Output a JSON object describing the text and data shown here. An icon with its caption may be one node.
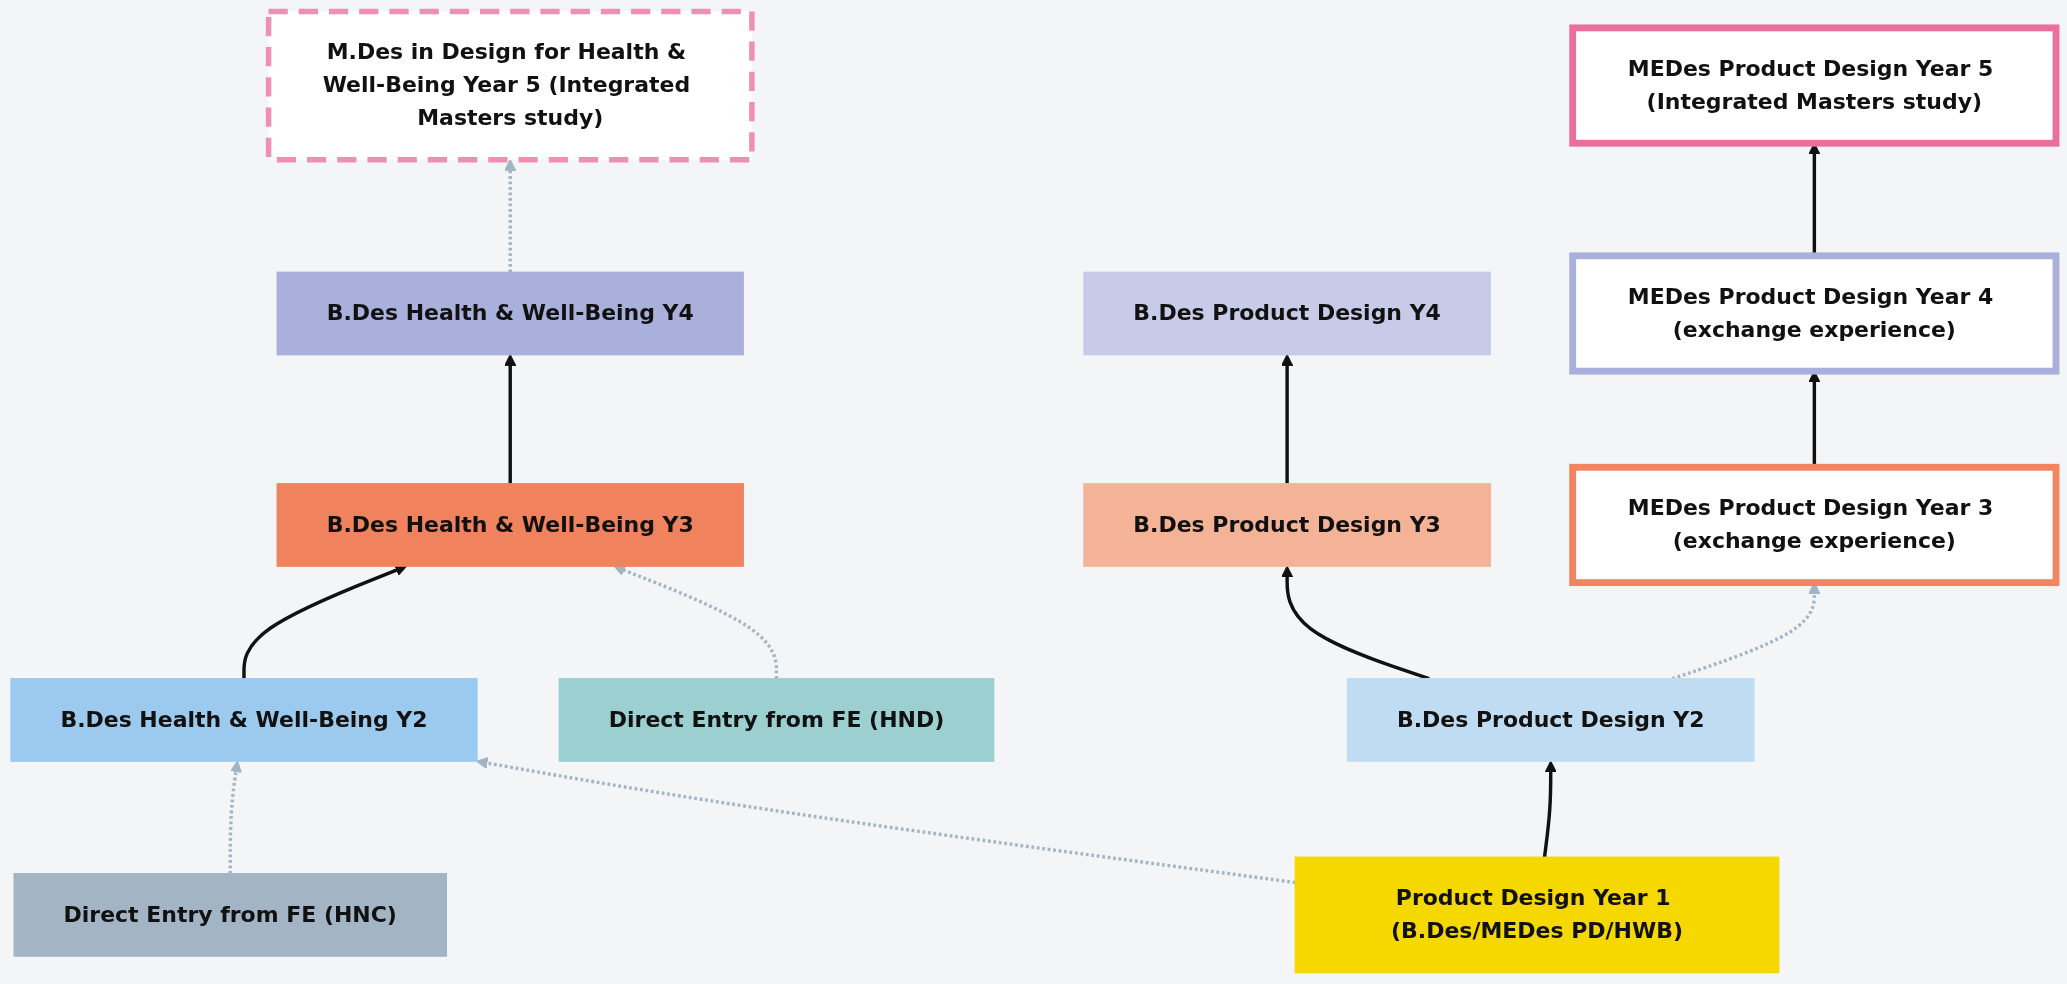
{
  "diagram": {
    "nodes": [
      {
        "text": [
          "M.Des in Design for Health & Well-Being Year 5 (Integrated Masters study)"
        ]
      },
      {
        "text": [
          "MEDes Product Design Year 5 (Integrated Masters study)"
        ]
      },
      {
        "text": [
          "B.Des Health & Well-Being Y4"
        ]
      },
      {
        "text": [
          "B.Des Product Design Y4"
        ]
      },
      {
        "text": [
          "MEDes Product Design Year 4 (exchange experience)"
        ]
      },
      {
        "text": [
          "Direct Entry from FE (HND)"
        ]
      },
      {
        "text": [
          "B.Des Health & Well-Being Y3"
        ]
      },
      {
        "text": [
          "B.Des Product Design Y3"
        ]
      },
      {
        "text": [
          "MEDes Product Design Year 3 (exchange experience)"
        ]
      },
      {
        "text": [
          "Direct Entry from FE (HNC)"
        ]
      },
      {
        "text": [
          "B.Des Health & Well-Being Y2"
        ]
      },
      {
        "text": [
          "B.Des Product Design Y2"
        ]
      },
      {
        "text": [
          "Product Design Year 1 (B.Des/MEDes PD/HWB)"
        ]
      }
    ],
    "edges": [
      {
        "from": 2,
        "to": 0,
        "arrow": "to",
        "style": "dashed",
        "color": "#a3b5c5"
      },
      {
        "from": 6,
        "to": 2,
        "arrow": "to"
      },
      {
        "from": 10,
        "to": 6,
        "arrow": "to"
      },
      {
        "from": 5,
        "to": 6,
        "arrow": "to",
        "style": "dashed",
        "color": "#a3b5c5"
      },
      {
        "from": 9,
        "to": 10,
        "arrow": "to",
        "style": "dashed",
        "color": "#a3b5c5"
      },
      {
        "from": 12,
        "to": 10,
        "arrow": "to",
        "style": "dashed",
        "color": "#a3b5c5"
      },
      {
        "from": 12,
        "to": 11,
        "arrow": "to"
      },
      {
        "from": 11,
        "to": 7,
        "arrow": "to"
      },
      {
        "from": 7,
        "to": 3,
        "arrow": "to"
      },
      {
        "from": 11,
        "to": 8,
        "arrow": "to",
        "style": "dashed",
        "color": "#a3b5c5"
      },
      {
        "from": 8,
        "to": 4,
        "arrow": "to"
      },
      {
        "from": 4,
        "to": 1,
        "arrow": "to"
      }
    ]
  }
}
